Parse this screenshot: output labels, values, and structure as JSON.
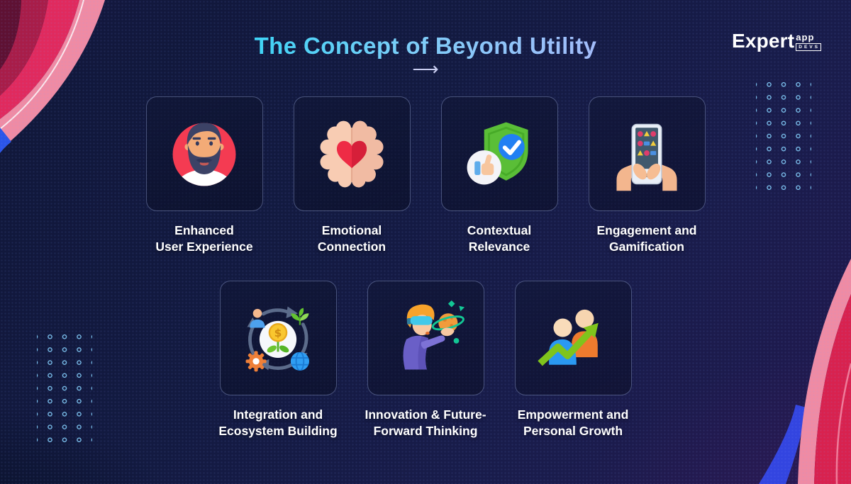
{
  "header": {
    "title": "The Concept of Beyond Utility",
    "arrow_symbol": "⟶"
  },
  "logo": {
    "brand": "Expert",
    "sub_top": "app",
    "sub_bottom": "DEVS"
  },
  "cards": [
    {
      "icon": "avatar-icon",
      "label_line1": "Enhanced",
      "label_line2": "User Experience"
    },
    {
      "icon": "brain-heart-icon",
      "label_line1": "Emotional",
      "label_line2": "Connection"
    },
    {
      "icon": "shield-check-icon",
      "label_line1": "Contextual",
      "label_line2": "Relevance"
    },
    {
      "icon": "tablet-hands-icon",
      "label_line1": "Engagement and",
      "label_line2": "Gamification"
    },
    {
      "icon": "ecosystem-icon",
      "label_line1": "Integration and",
      "label_line2": "Ecosystem Building"
    },
    {
      "icon": "vr-innovation-icon",
      "label_line1": "Innovation & Future-",
      "label_line2": "Forward Thinking"
    },
    {
      "icon": "growth-arrow-icon",
      "label_line1": "Empowerment and",
      "label_line2": "Personal Growth"
    }
  ],
  "colors": {
    "background": "#131a41",
    "title_gradient_start": "#3fd4f6",
    "title_gradient_end": "#a3bcfa",
    "label_text": "#ffffff",
    "card_border": "#96a8dc",
    "dot_grid": "#7fc6f3",
    "accent_pink": "#e02a5e",
    "accent_light_pink": "#ef8ba4",
    "accent_blue": "#2b55e8"
  }
}
